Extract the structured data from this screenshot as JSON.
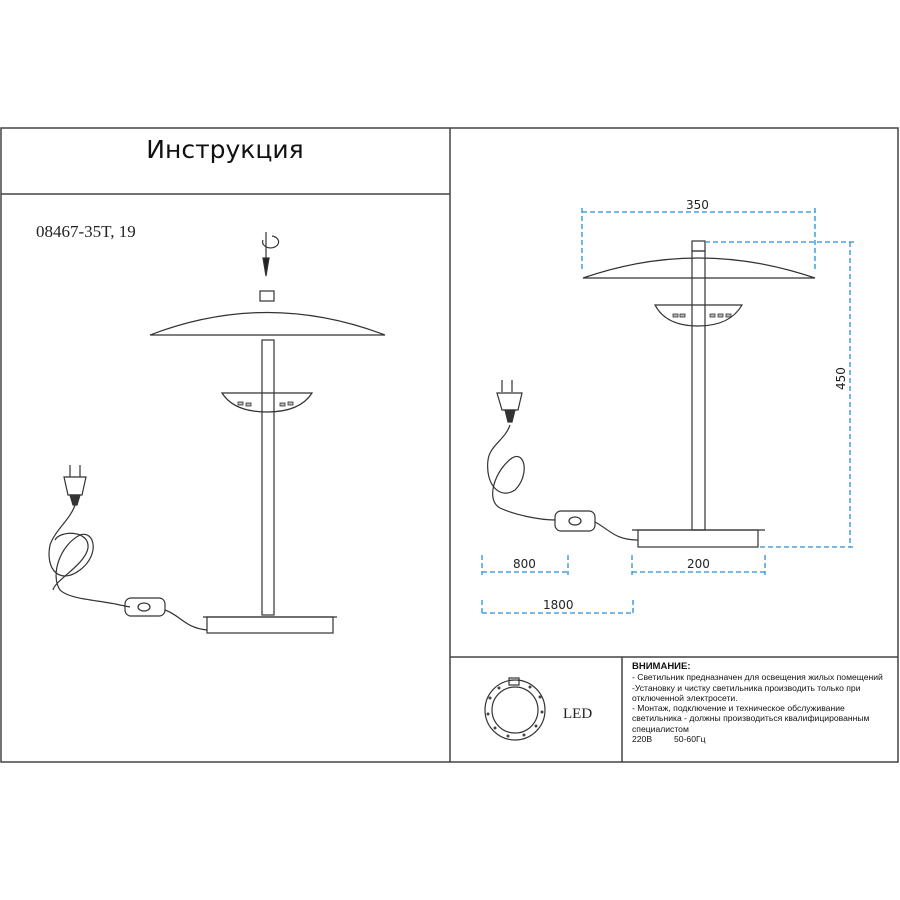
{
  "title": "Инструкция",
  "model": "08467-35T, 19",
  "dimensions": {
    "shade_width": "350",
    "height": "450",
    "cord_to_switch": "800",
    "base_width": "200",
    "cord_total": "1800"
  },
  "light_source": "LED",
  "warning": {
    "heading": "ВНИМАНИЕ:",
    "lines": [
      "- Светильник предназначен для освещения жилых помещений",
      "-Установку и чистку светильника производить только при отключенной электросети.",
      "- Монтаж, подключение и техническое обслуживание светильника - должны производиться квалифицированным специалистом"
    ],
    "voltage": "220В",
    "frequency": "50-60Гц"
  },
  "colors": {
    "line": "#333333",
    "dimension": "#2a8fd8"
  }
}
